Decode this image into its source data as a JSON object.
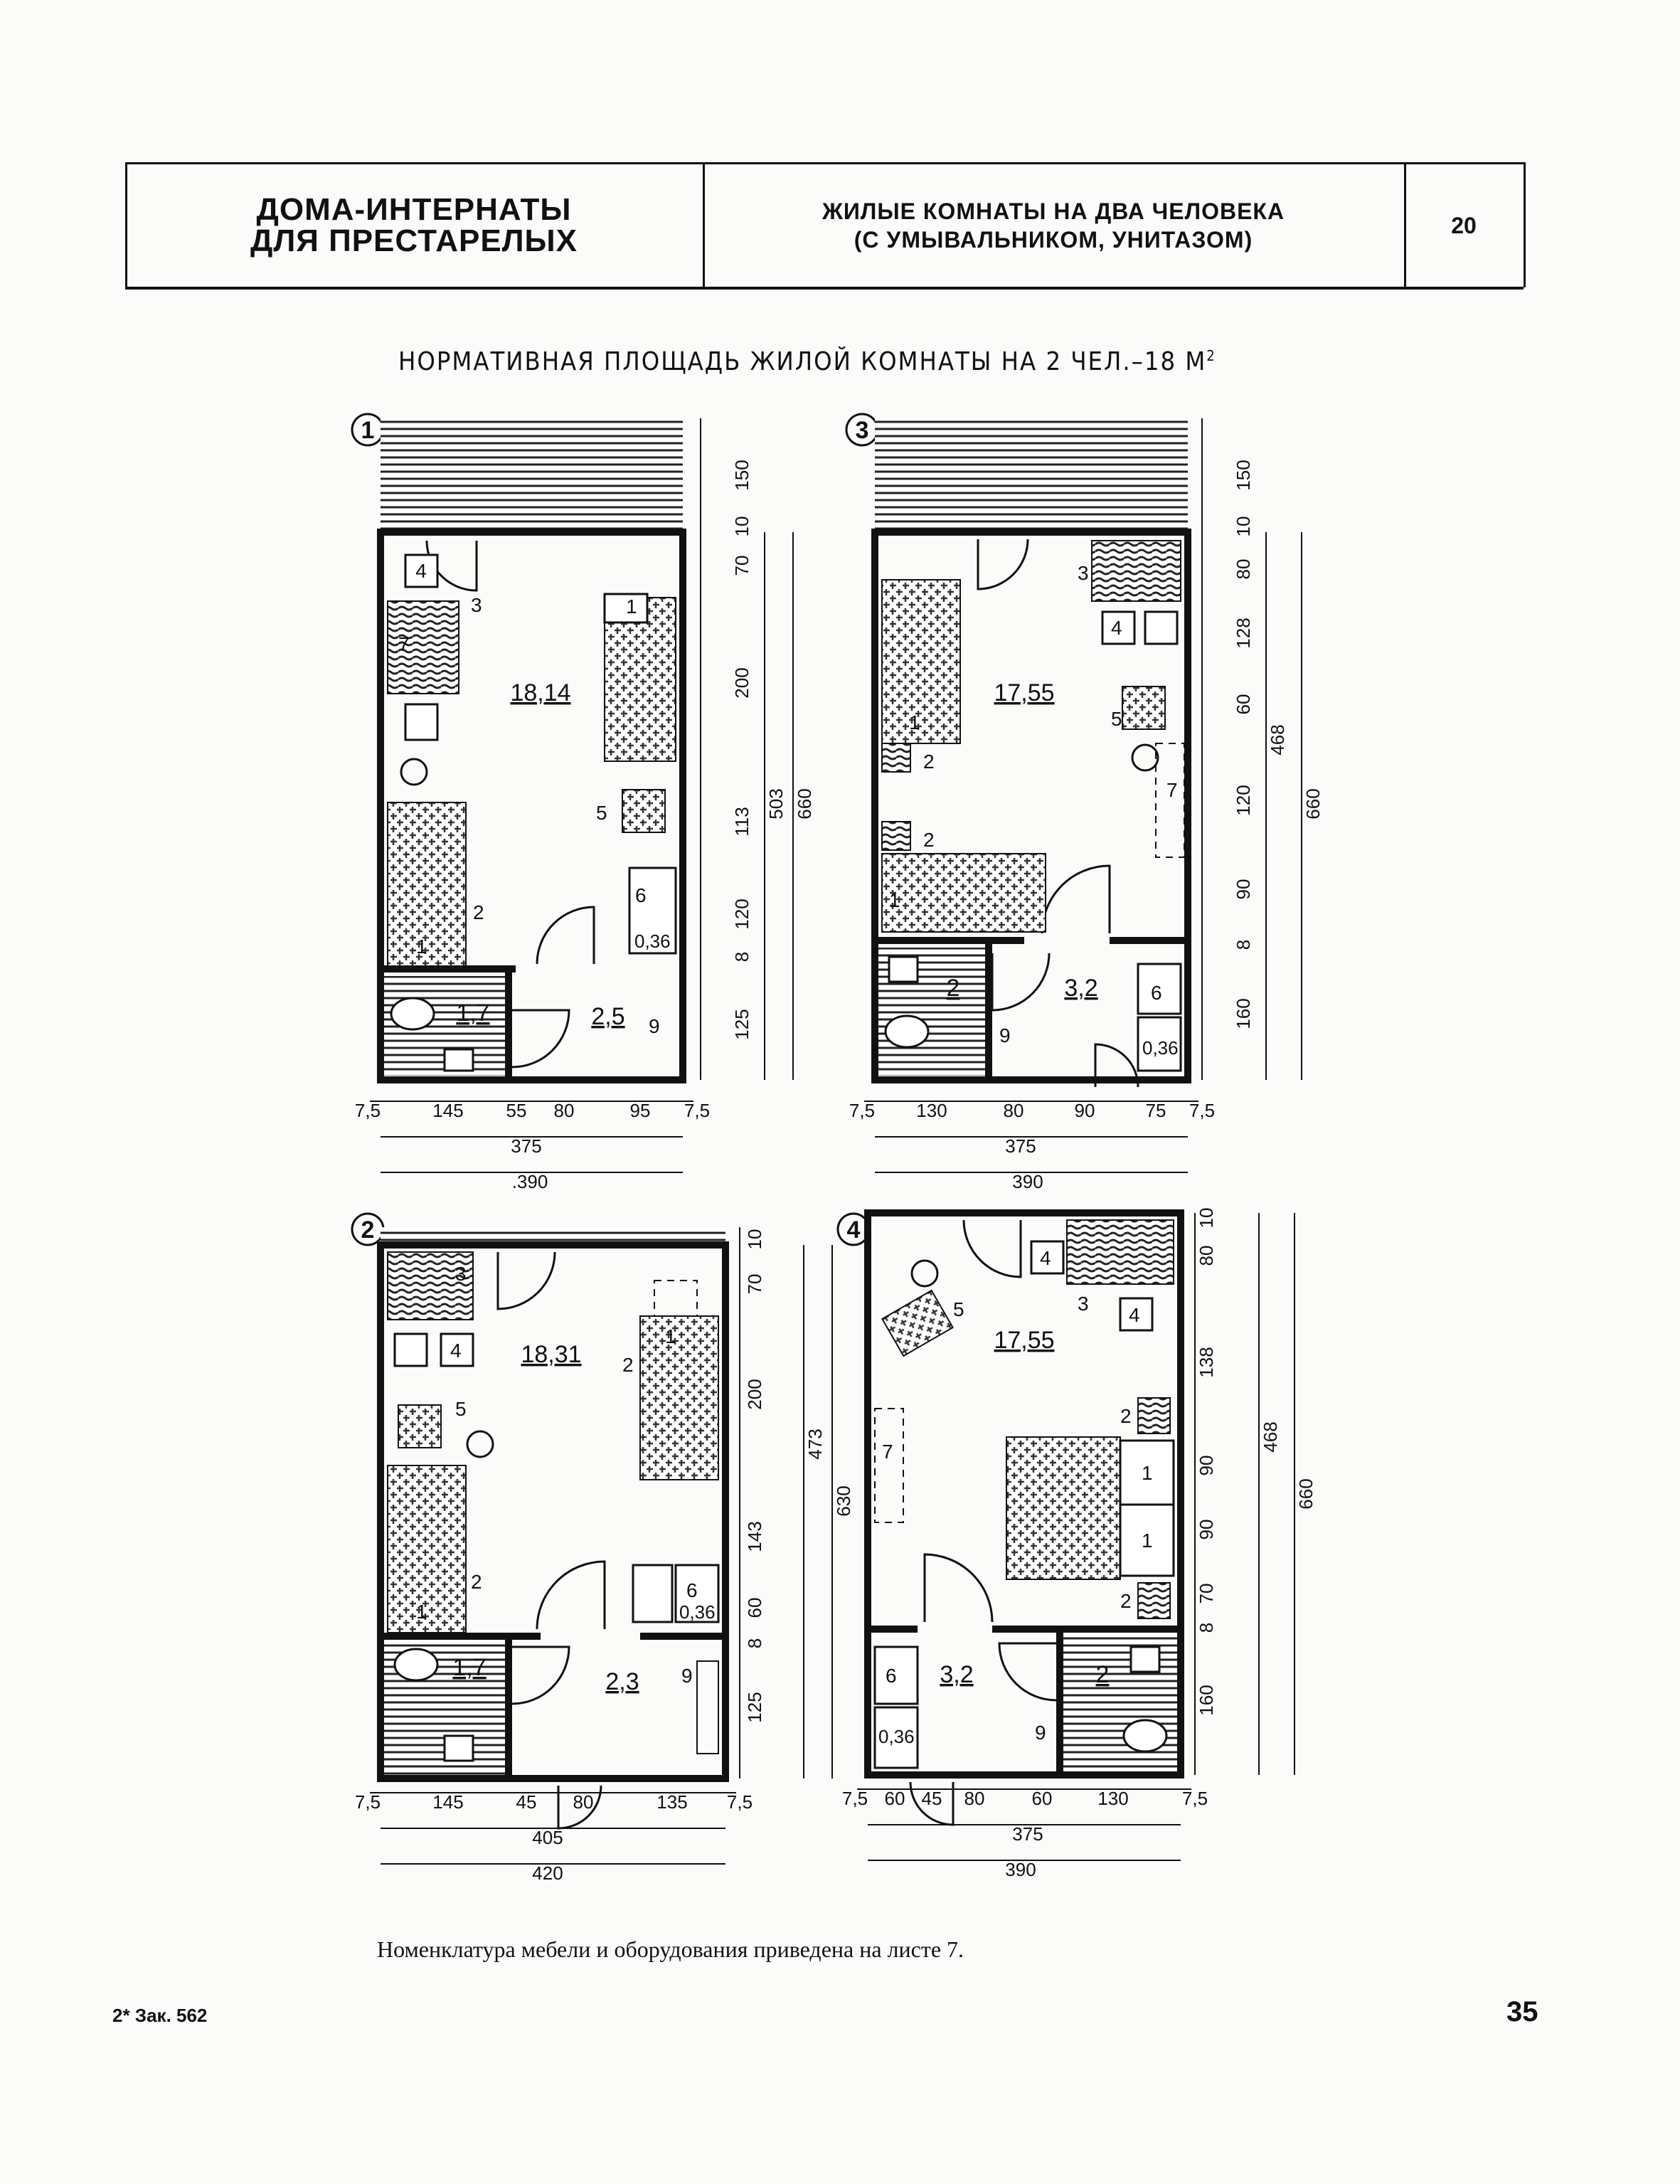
{
  "header": {
    "section_line1": "ДОМА-ИНТЕРНАТЫ",
    "section_line2": "ДЛЯ ПРЕСТАРЕЛЫХ",
    "topic_line1": "ЖИЛЫЕ КОМНАТЫ НА ДВА ЧЕЛОВЕКА",
    "topic_line2": "(С УМЫВАЛЬНИКОМ, УНИТАЗОМ)",
    "sheet": "20"
  },
  "norm_text": "НОРМАТИВНАЯ ПЛОЩАДЬ ЖИЛОЙ КОМНАТЫ НА 2 ЧЕЛ.–18 М",
  "norm_sup": "2",
  "plans": [
    {
      "number": "1",
      "areas": [
        "18,14",
        "1,7",
        "2,5"
      ],
      "furniture": [
        "4",
        "3",
        "7",
        "1",
        "1",
        "2",
        "5",
        "6",
        "0,36",
        "9"
      ],
      "dims_right": [
        "150",
        "10",
        "70",
        "200",
        "113",
        "120",
        "8",
        "125",
        "503",
        "660"
      ],
      "dims_bottom": [
        "7,5",
        "145",
        "55",
        "80",
        "95",
        "7,5",
        "375",
        ".390"
      ]
    },
    {
      "number": "2",
      "areas": [
        "18,31",
        "1,7",
        "2,3"
      ],
      "furniture": [
        "3",
        "4",
        "1",
        "2",
        "5",
        "1",
        "2",
        "6",
        "0,36",
        "9"
      ],
      "dims_right": [
        "10",
        "70",
        "200",
        "143",
        "60",
        "8",
        "125",
        "473",
        "630"
      ],
      "dims_bottom": [
        "7,5",
        "145",
        "45",
        "80",
        "135",
        "7,5",
        "405",
        "420"
      ]
    },
    {
      "number": "3",
      "areas": [
        "17,55",
        "2",
        "3,2"
      ],
      "furniture": [
        "3",
        "4",
        "5",
        "1",
        "2",
        "7",
        "2",
        "1",
        "9",
        "6",
        "0,36"
      ],
      "dims_right": [
        "150",
        "10",
        "80",
        "128",
        "60",
        "120",
        "90",
        "8",
        "160",
        "468",
        "660"
      ],
      "dims_bottom": [
        "7,5",
        "130",
        "80",
        "90",
        "75",
        "7,5",
        "375",
        "390"
      ]
    },
    {
      "number": "4",
      "areas": [
        "17,55",
        "3,2",
        "2"
      ],
      "furniture": [
        "4",
        "3",
        "4",
        "5",
        "7",
        "2",
        "1",
        "1",
        "2",
        "6",
        "0,36",
        "9"
      ],
      "dims_right": [
        "10",
        "80",
        "138",
        "90",
        "90",
        "70",
        "8",
        "160",
        "468",
        "660"
      ],
      "dims_bottom": [
        "7,5",
        "60",
        "45",
        "80",
        "60",
        "130",
        "7,5",
        "375",
        "390"
      ]
    }
  ],
  "footnote": "Номенклатура мебели  и оборудования приведена  на листе 7.",
  "order": "2* Зак. 562",
  "page_number": "35"
}
